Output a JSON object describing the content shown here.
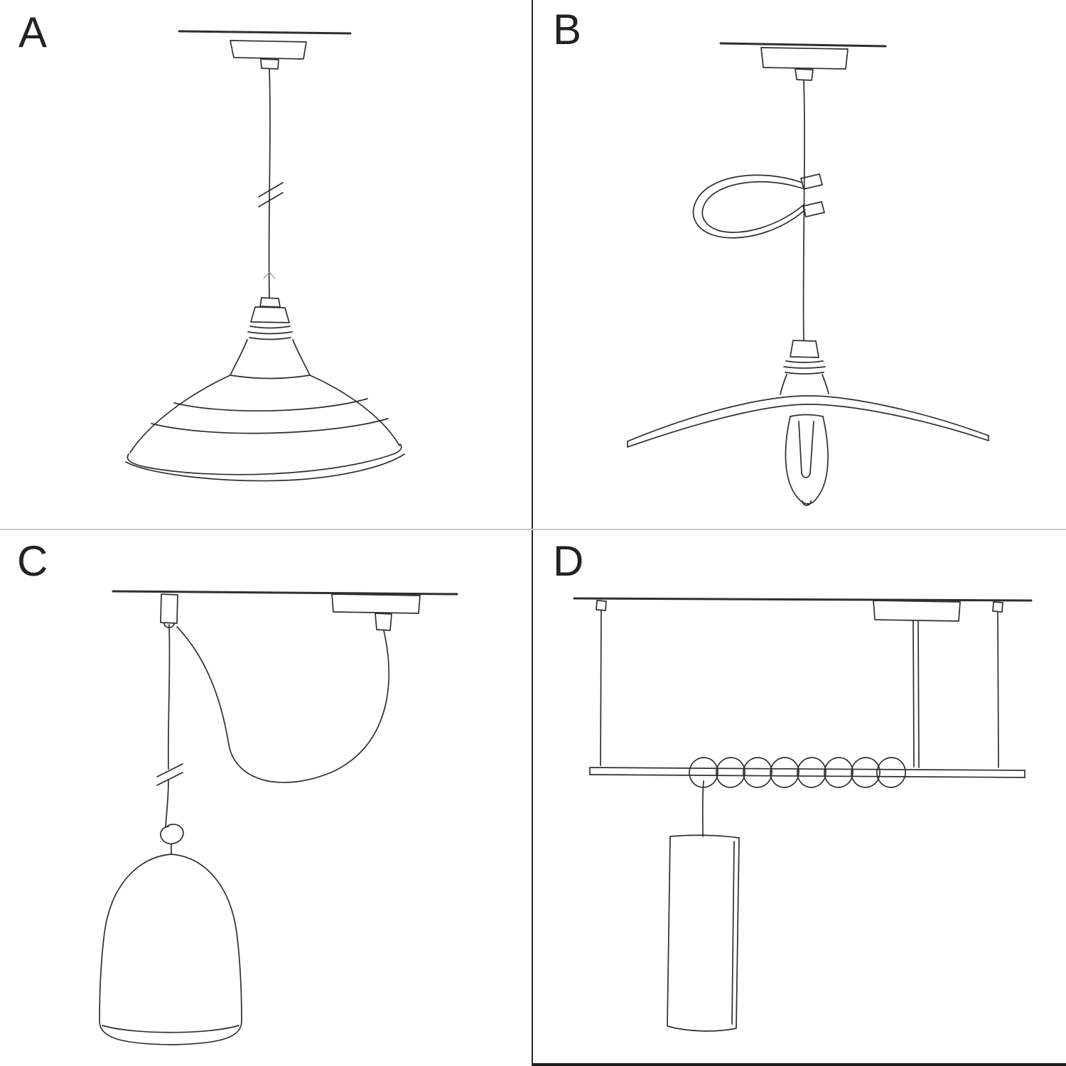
{
  "diagram": {
    "background_color": "#ffffff",
    "line_color": "#2f2f2f",
    "panels": [
      {
        "label": "A",
        "icon": "pendant-straight-drop-industrial-shade-sketch"
      },
      {
        "label": "B",
        "icon": "pendant-swag-hook-flat-plate-shade-bulb-sketch"
      },
      {
        "label": "C",
        "icon": "pendant-two-point-swag-bell-shade-sketch"
      },
      {
        "label": "D",
        "icon": "pendant-suspended-bar-coiled-cable-tube-shade-sketch"
      }
    ]
  }
}
